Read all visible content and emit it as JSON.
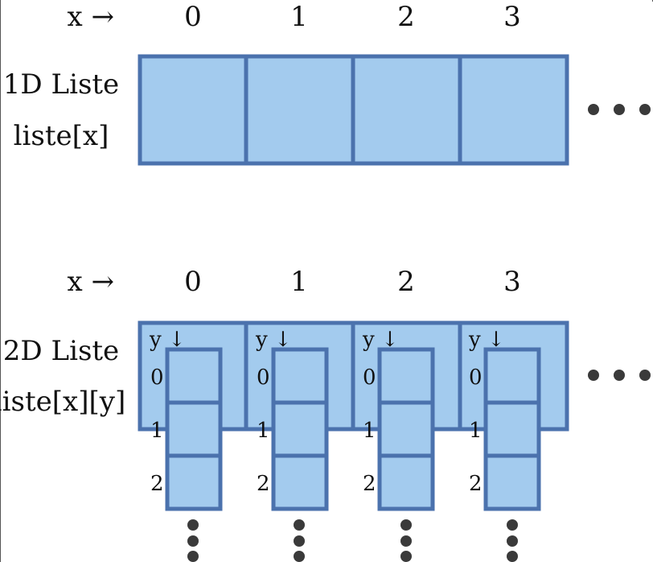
{
  "colors": {
    "cell_fill": "#a3cbee",
    "cell_stroke": "#4b72ad",
    "dots": "#3a3a3a"
  },
  "one_d": {
    "x_axis_label": "x →",
    "x_indices": [
      "0",
      "1",
      "2",
      "3"
    ],
    "title": "1D Liste",
    "accessor": "liste[x]"
  },
  "two_d": {
    "x_axis_label": "x →",
    "x_indices": [
      "0",
      "1",
      "2",
      "3"
    ],
    "title": "2D Liste",
    "accessor": "liste[x][y]",
    "y_axis_label": "y ↓",
    "y_indices": [
      "0",
      "1",
      "2"
    ]
  }
}
